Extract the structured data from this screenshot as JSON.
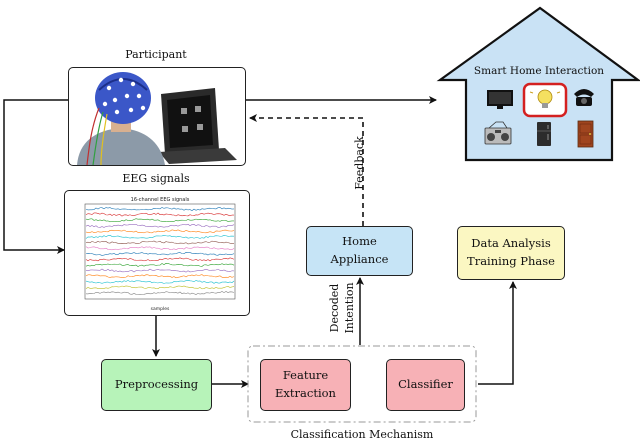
{
  "participant": {
    "label": "Participant"
  },
  "eeg": {
    "label": "EEG signals",
    "plot_title": "16-channel EEG signals",
    "plot_xlabel": "samples"
  },
  "smart_home": {
    "title": "Smart Home Interaction"
  },
  "home_appliance": {
    "line1": "Home",
    "line2": "Appliance",
    "fill": "#c6e4f6"
  },
  "data_analysis": {
    "line1": "Data Analysis",
    "line2": "Training Phase",
    "fill": "#fbf7c2"
  },
  "preprocessing": {
    "label": "Preprocessing",
    "fill": "#b7f3b9"
  },
  "feature_extraction": {
    "line1": "Feature",
    "line2": "Extraction",
    "fill": "#f7b1b6"
  },
  "classifier": {
    "label": "Classifier",
    "fill": "#f7b1b6"
  },
  "classification_mechanism": {
    "label": "Classification Mechanism"
  },
  "feedback": {
    "label": "Feedback"
  },
  "decoded_intention": {
    "line1": "Decoded",
    "line2": "Intention"
  },
  "colors": {
    "house_fill": "#c9e2f5",
    "highlight": "#d42020"
  }
}
